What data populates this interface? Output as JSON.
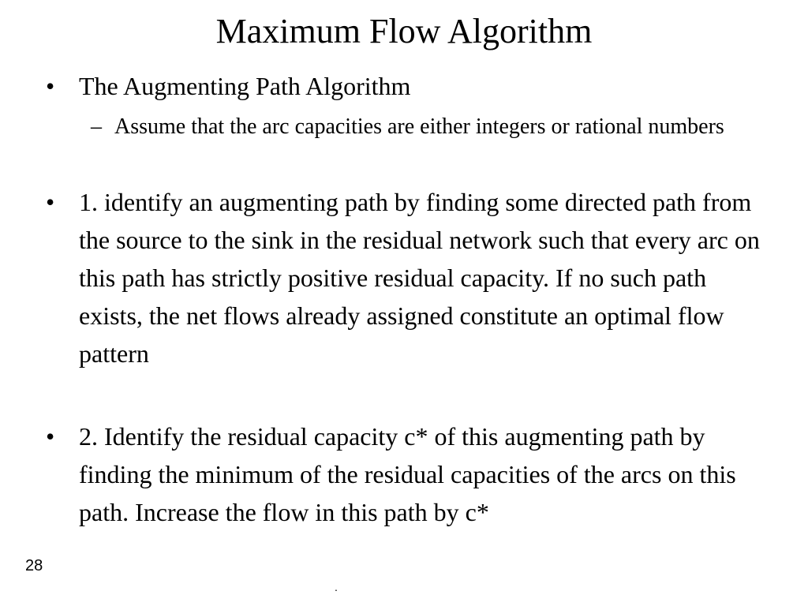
{
  "slide": {
    "title": "Maximum Flow Algorithm",
    "bullets": [
      {
        "marker": "•",
        "text": "The Augmenting Path Algorithm",
        "sub": {
          "marker": "–",
          "text": "Assume that the arc capacities are either integers or rational numbers"
        }
      },
      {
        "marker": "•",
        "text": "1. identify an augmenting path by finding some directed path from the source to the sink in the residual network such that every arc on this path has strictly positive residual capacity. If no such path exists, the net flows already assigned constitute an optimal flow pattern"
      },
      {
        "marker": "•",
        "text": "2. Identify the residual capacity c* of this augmenting path by finding the minimum of the residual capacities of the arcs on this path. Increase the flow in this path by c*"
      }
    ],
    "slide_number": "28",
    "footer_mark": "."
  }
}
